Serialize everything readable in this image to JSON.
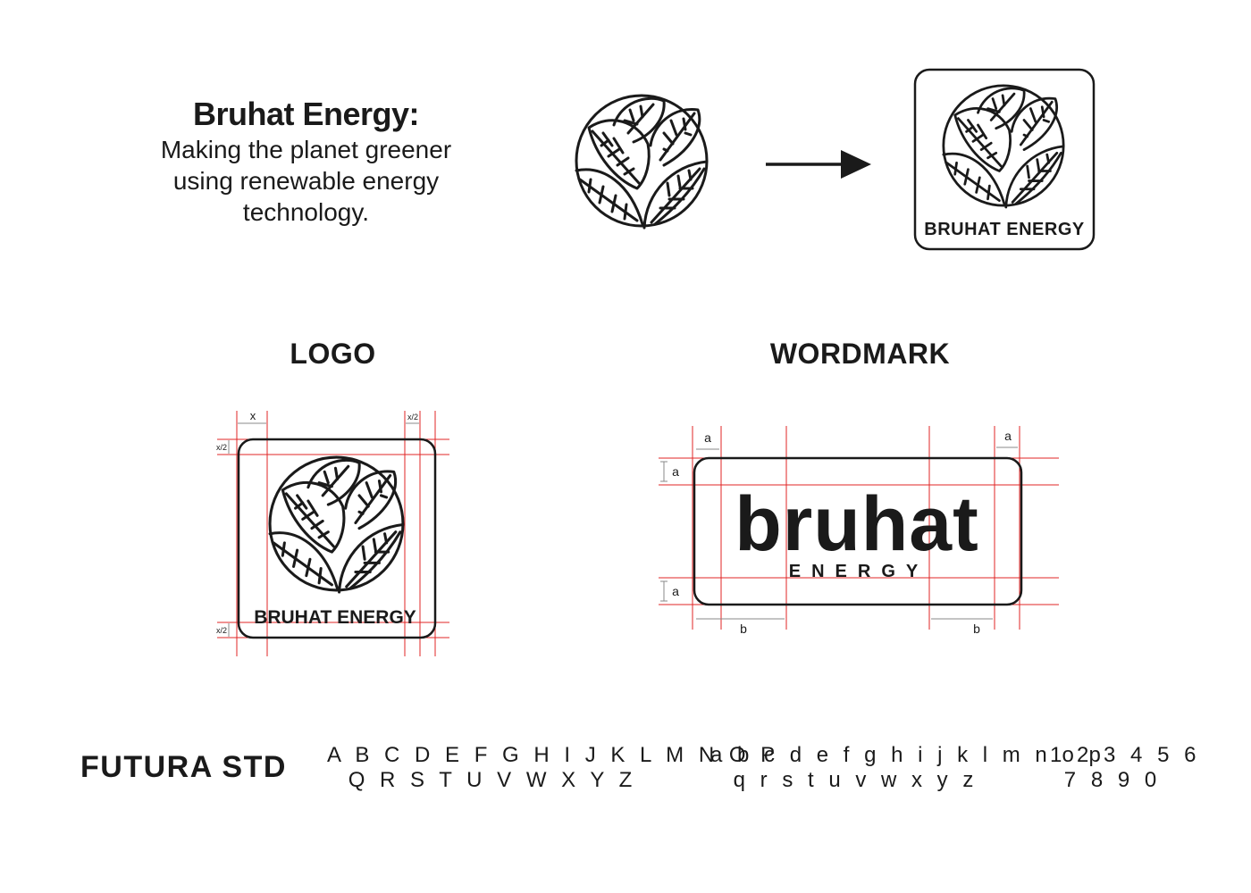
{
  "intro": {
    "title": "Bruhat Energy:",
    "lines": [
      "Making the planet greener",
      "using renewable energy",
      "technology."
    ]
  },
  "badge": {
    "label": "BRUHAT ENERGY"
  },
  "sections": {
    "logo_title": "LOGO",
    "wordmark_title": "WORDMARK"
  },
  "logo_spec": {
    "label": "BRUHAT ENERGY",
    "dim_x": "x",
    "dim_half": "x/2"
  },
  "wordmark_spec": {
    "word": "bruhat",
    "sub": "ENERGY",
    "dim_a": "a",
    "dim_b": "b"
  },
  "typography": {
    "font_name": "FUTURA STD",
    "uppercase": [
      "A B C D E F G H I J K L M N O P",
      "Q R S T U V W X Y Z"
    ],
    "lowercase": [
      "a b c d e f g h i j k l m n o p",
      "q r s t u v w x y z"
    ],
    "digits": [
      "1 2 3 4 5 6",
      "7 8 9 0"
    ]
  },
  "colors": {
    "ink": "#1a1a1a",
    "guide": "#e02424",
    "dim_line": "#888888"
  }
}
